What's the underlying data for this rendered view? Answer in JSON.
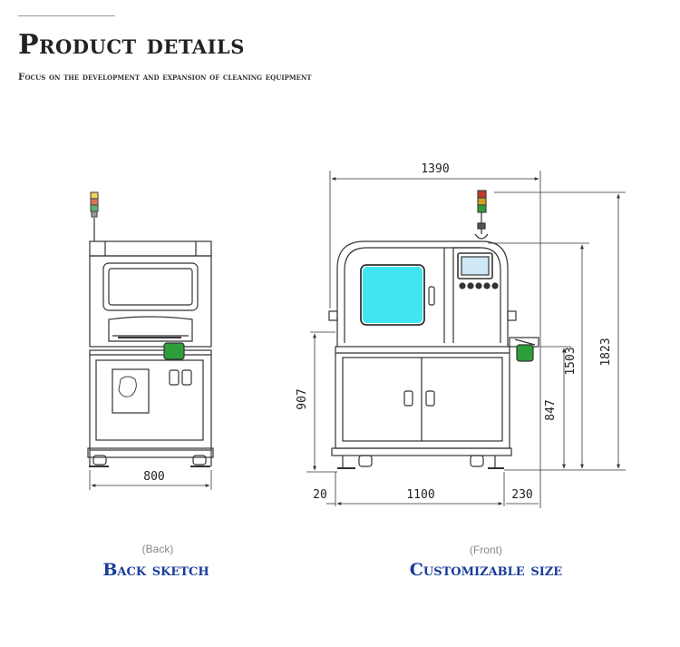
{
  "header": {
    "title": "Product details",
    "subtitle": "Focus on the development and expansion of cleaning equipment"
  },
  "colors": {
    "caption_blue": "#1a3c9a",
    "window_cyan": "#3fe6f0",
    "hmi_blue": "#cfe8f5",
    "lamp_green": "#2e9e3a",
    "lamp_red": "#c0392b",
    "lamp_yellow": "#d4a017"
  },
  "back_view": {
    "dim_width": "800",
    "caption_small": "(Back)",
    "caption_big": "Back sketch"
  },
  "front_view": {
    "dim_width_top": "1390",
    "dim_left_offset": "20",
    "dim_body_width": "1100",
    "dim_right_offset": "230",
    "dim_height_lower": "907",
    "dim_height_847": "847",
    "dim_height_1503": "1503",
    "dim_height_1823": "1823",
    "caption_small": "(Front)",
    "caption_big": "Customizable size"
  }
}
